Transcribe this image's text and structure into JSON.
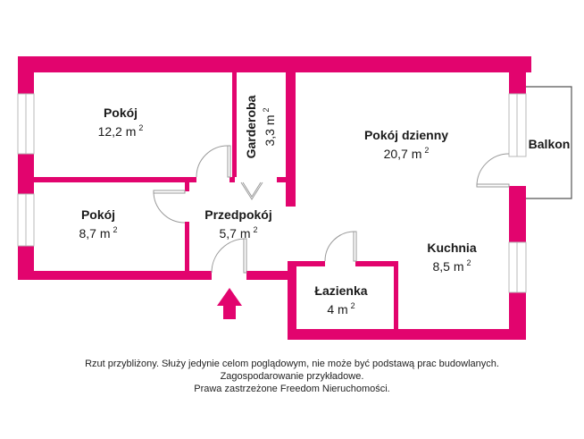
{
  "colors": {
    "wall": "#e2046e",
    "window": "#b8b8b8",
    "door": "#9a9a9a",
    "text": "#1a1a1a"
  },
  "rooms": [
    {
      "id": "pokoj-1",
      "name": "Pokój",
      "area": "12,2 m",
      "unit_sup": "2"
    },
    {
      "id": "garderoba",
      "name": "Garderoba",
      "area": "3,3 m",
      "unit_sup": "2"
    },
    {
      "id": "pokoj-dzienny",
      "name": "Pokój dzienny",
      "area": "20,7 m",
      "unit_sup": "2"
    },
    {
      "id": "pokoj-2",
      "name": "Pokój",
      "area": "8,7 m",
      "unit_sup": "2"
    },
    {
      "id": "przedpokoj",
      "name": "Przedpokój",
      "area": "5,7 m",
      "unit_sup": "2"
    },
    {
      "id": "kuchnia",
      "name": "Kuchnia",
      "area": "8,5 m",
      "unit_sup": "2"
    },
    {
      "id": "lazienka",
      "name": "Łazienka",
      "area": "4 m",
      "unit_sup": "2"
    }
  ],
  "balcony": {
    "name": "Balkon"
  },
  "entrance": {
    "icon": "entrance-arrow-icon"
  },
  "footer": {
    "line1": "Rzut przybliżony. Służy jedynie celom poglądowym, nie może być podstawą prac budowlanych.",
    "line2": "Zagospodarowanie przykładowe.",
    "line3": "Prawa zastrzeżone Freedom Nieruchomości."
  }
}
